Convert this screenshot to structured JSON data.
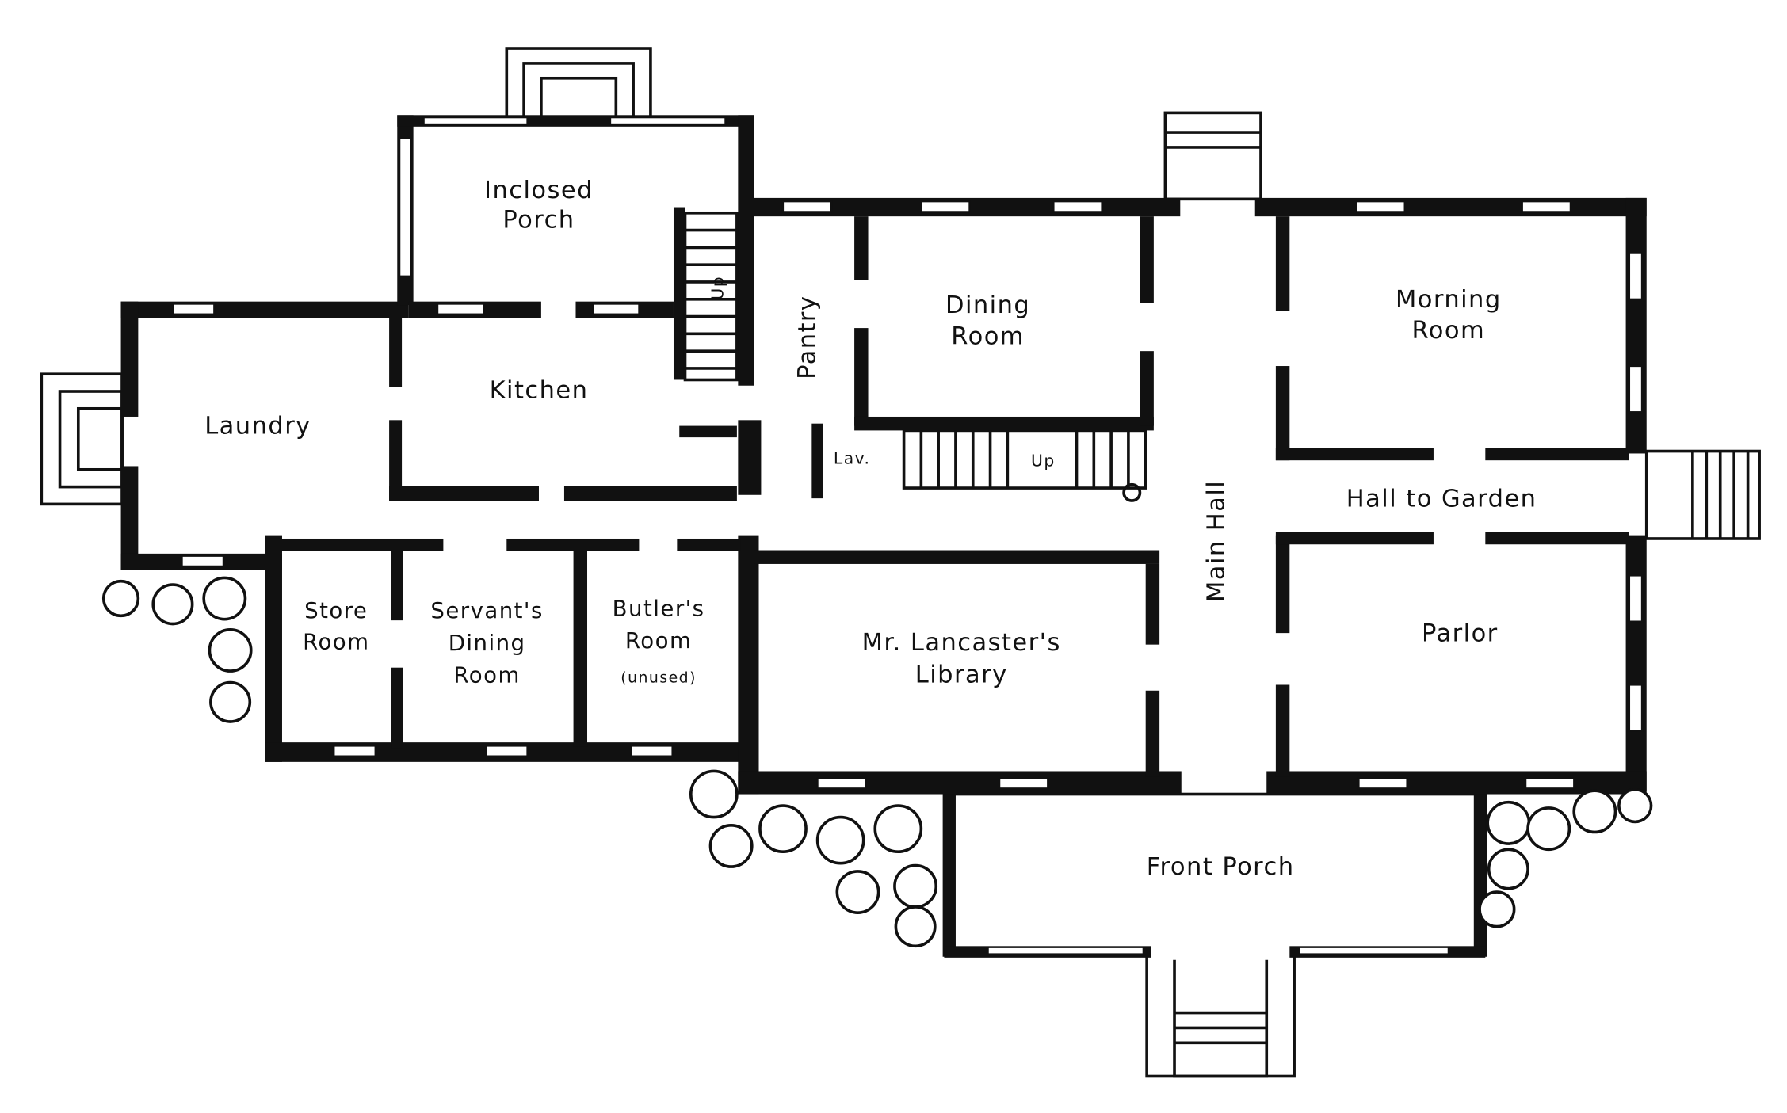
{
  "plan": {
    "rooms": {
      "inclosed_porch": [
        "Inclosed",
        "Porch"
      ],
      "kitchen": "Kitchen",
      "laundry": "Laundry",
      "pantry": "Pantry",
      "dining_room": [
        "Dining",
        "Room"
      ],
      "lav": "Lav.",
      "stair_up_main": "Up",
      "stair_up_porch": "Up",
      "morning_room": [
        "Morning",
        "Room"
      ],
      "main_hall": "Main Hall",
      "hall_to_garden": "Hall to Garden",
      "store_room": [
        "Store",
        "Room"
      ],
      "servants_dining_room": [
        "Servant's",
        "Dining",
        "Room"
      ],
      "butlers_room": [
        "Butler's",
        "Room",
        "(unused)"
      ],
      "library": [
        "Mr. Lancaster's",
        "Library"
      ],
      "parlor": "Parlor",
      "front_porch": "Front Porch"
    }
  }
}
